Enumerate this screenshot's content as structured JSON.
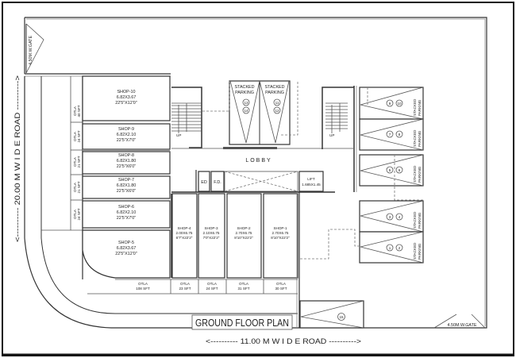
{
  "title": "GROUND FLOOR PLAN",
  "roads": {
    "left": "<---------- 20.00 M W I D E   ROAD ---------->",
    "bottom": "<---------- 11.00 M W I D E   ROAD ---------->"
  },
  "gates": {
    "top_left": "4.50M.W.GATE",
    "bottom_right": "4.50M.W.GATE"
  },
  "shops_left": [
    {
      "name": "SHOP-10",
      "metric": "6.82X3.67",
      "imperial": "22'5\"X12'0\""
    },
    {
      "name": "SHOP-9",
      "metric": "6.82X2.10",
      "imperial": "22'5\"X7'0\""
    },
    {
      "name": "SHOP-8",
      "metric": "6.82X1.80",
      "imperial": "22'5\"X6'0\""
    },
    {
      "name": "SHOP-7",
      "metric": "6.82X1.80",
      "imperial": "22'5\"X6'0\""
    },
    {
      "name": "SHOP-6",
      "metric": "6.82X2.10",
      "imperial": "22'5\"X7'0\""
    },
    {
      "name": "SHOP-5",
      "metric": "6.82X3.67",
      "imperial": "22'5\"X12'0\""
    }
  ],
  "otla_left": [
    {
      "label": "OTLA",
      "area": "40 SFT"
    },
    {
      "label": "OTLA",
      "area": "24 SFT"
    },
    {
      "label": "OTLA",
      "area": "21 SFT"
    },
    {
      "label": "OTLA",
      "area": "21 SFT"
    },
    {
      "label": "OTLA",
      "area": "24 SFT"
    }
  ],
  "shops_bottom": [
    {
      "name": "SHOP-4",
      "metric": "2.00X6.75",
      "imperial": "6'7\"X22'2\""
    },
    {
      "name": "SHOP-3",
      "metric": "2.10X6.75",
      "imperial": "7'0\"X22'2\""
    },
    {
      "name": "SHOP-2",
      "metric": "2.70X6.75",
      "imperial": "8'10\"X22'2\""
    },
    {
      "name": "SHOP-1",
      "metric": "2.70X6.75",
      "imperial": "8'10\"X22'2\""
    }
  ],
  "otla_bottom": [
    {
      "label": "OTLA",
      "area": "108 SFT"
    },
    {
      "label": "OTLA",
      "area": "23 SFT"
    },
    {
      "label": "OTLA",
      "area": "24 SFT"
    },
    {
      "label": "OTLA",
      "area": "31 SFT"
    },
    {
      "label": "OTLA",
      "area": "30 SFT"
    }
  ],
  "core": {
    "lobby": "LOBBY",
    "ed": "ED",
    "fd": "F.D.",
    "lift_label": "LIFT",
    "lift_size": "1.685X1.45",
    "stair_up": "UP"
  },
  "parking": {
    "stacked_label_1": "STACKED",
    "stacked_label_2": "PARKING",
    "center": [
      {
        "a": "13",
        "b": "14"
      },
      {
        "a": "11",
        "b": "12"
      }
    ],
    "right": [
      {
        "a": "9",
        "b": "10"
      },
      {
        "a": "7",
        "b": "8"
      },
      {
        "a": "5",
        "b": "6"
      },
      {
        "a": "3",
        "b": "4"
      },
      {
        "a": "1",
        "b": "2"
      }
    ],
    "single": "15"
  }
}
